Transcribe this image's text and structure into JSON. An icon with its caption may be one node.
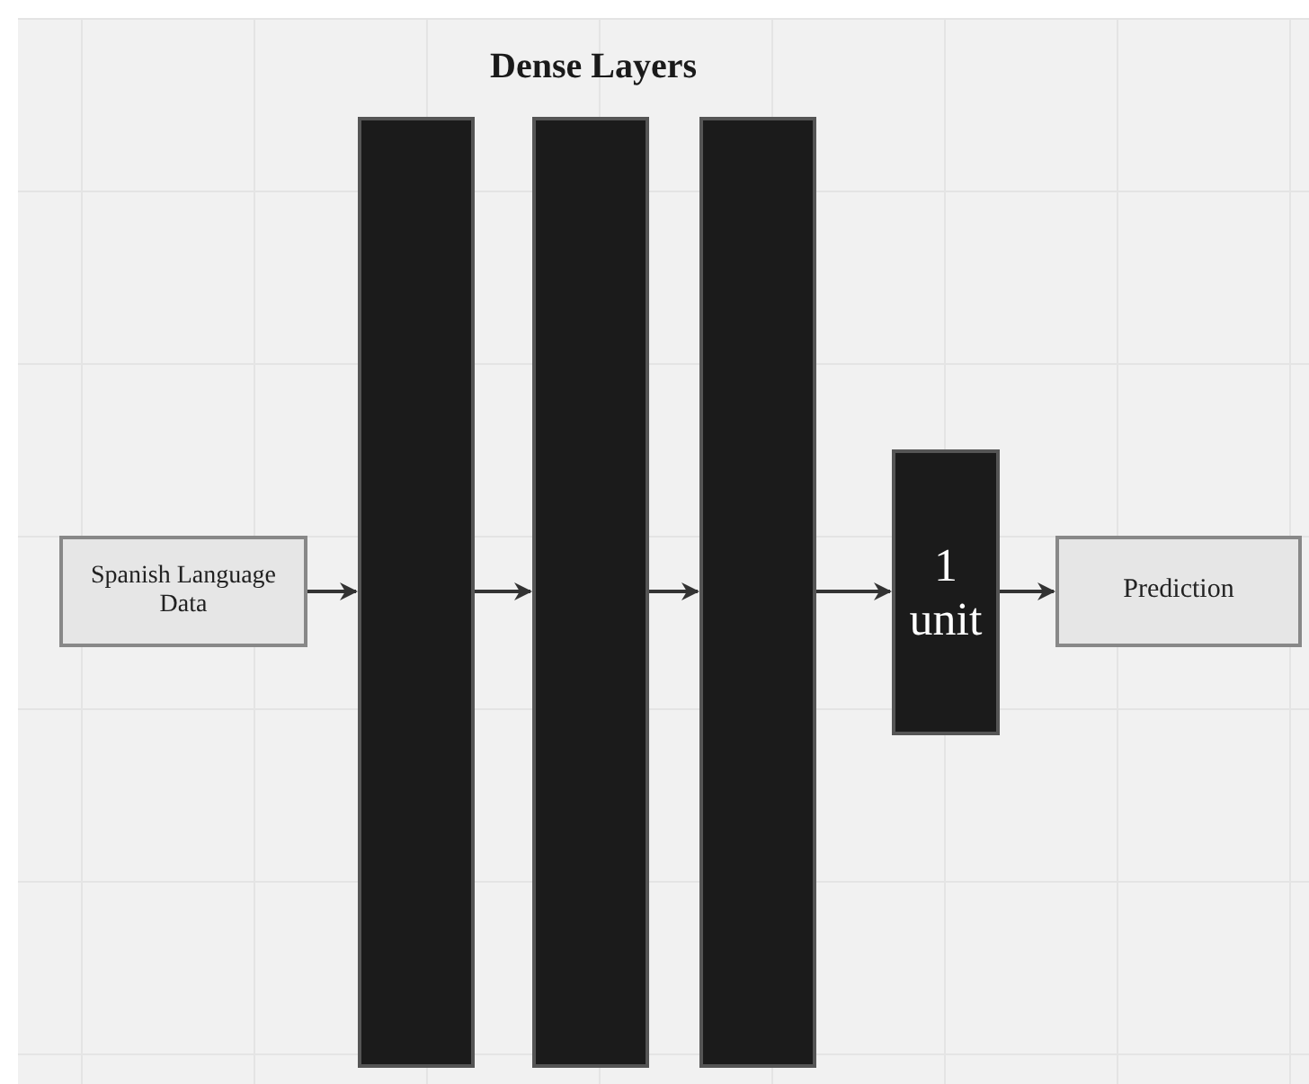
{
  "diagram": {
    "title": "Dense Layers",
    "nodes": [
      {
        "text": [
          "Spanish Language Data"
        ]
      },
      {
        "text": [],
        "shape": "bar"
      },
      {
        "text": [],
        "shape": "bar"
      },
      {
        "text": [],
        "shape": "bar"
      },
      {
        "text": [
          "1 unit"
        ]
      },
      {
        "text": [
          "Prediction"
        ]
      }
    ],
    "edges": [
      {
        "from": 0,
        "to": 1,
        "arrow": "to"
      },
      {
        "from": 1,
        "to": 2,
        "arrow": "to"
      },
      {
        "from": 2,
        "to": 3,
        "arrow": "to"
      },
      {
        "from": 3,
        "to": 4,
        "arrow": "to"
      },
      {
        "from": 4,
        "to": 5,
        "arrow": "to"
      }
    ]
  }
}
